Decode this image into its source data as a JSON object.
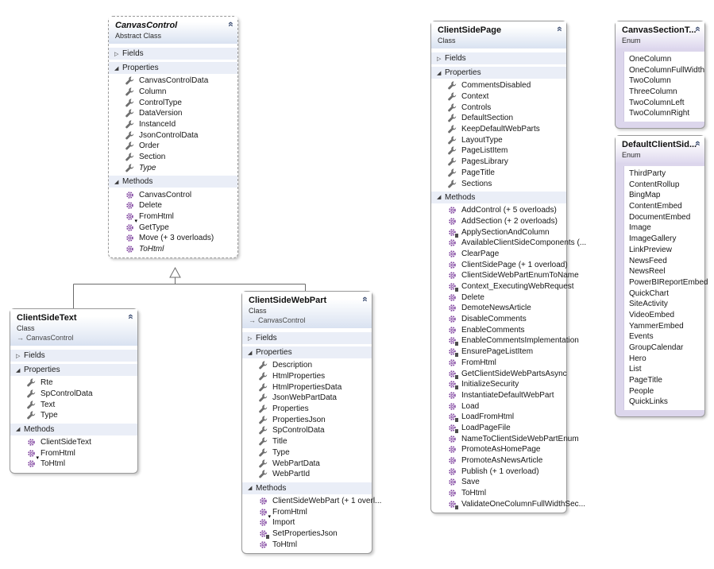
{
  "colors": {
    "class_header_tint": "#d9e2f1",
    "enum_header_tint": "#ded8ee",
    "section_row_bg": "#eaeef7",
    "box_border": "#9a9a9a",
    "connector": "#6b6b6b",
    "property_icon_color": "#6e6e6e",
    "method_icon_color": "#7d3f9d",
    "enum_body": "#dcd6ec"
  },
  "icons": {
    "collapse_glyph": "«",
    "expander_collapsed_glyph": "▷",
    "expander_expanded_glyph": "◢",
    "base_arrow_glyph": "→",
    "override_arrow_glyph": "▾"
  },
  "boxes": [
    {
      "id": 0,
      "type": "class",
      "title": "CanvasControl",
      "title_italic": true,
      "subtitle": "Abstract Class",
      "base": null,
      "abstract": true,
      "sections": [
        {
          "label": "Fields",
          "expanded": false,
          "members": []
        },
        {
          "label": "Properties",
          "expanded": true,
          "members": [
            {
              "name": "CanvasControlData",
              "icon": "property"
            },
            {
              "name": "Column",
              "icon": "property"
            },
            {
              "name": "ControlType",
              "icon": "property"
            },
            {
              "name": "DataVersion",
              "icon": "property"
            },
            {
              "name": "InstanceId",
              "icon": "property"
            },
            {
              "name": "JsonControlData",
              "icon": "property"
            },
            {
              "name": "Order",
              "icon": "property"
            },
            {
              "name": "Section",
              "icon": "property"
            },
            {
              "name": "Type",
              "icon": "property",
              "italic": true
            }
          ]
        },
        {
          "label": "Methods",
          "expanded": true,
          "members": [
            {
              "name": "CanvasControl",
              "icon": "method"
            },
            {
              "name": "Delete",
              "icon": "method"
            },
            {
              "name": "FromHtml",
              "icon": "method",
              "overlay": "arrow"
            },
            {
              "name": "GetType",
              "icon": "method"
            },
            {
              "name": "Move (+ 3 overloads)",
              "icon": "method"
            },
            {
              "name": "ToHtml",
              "icon": "method",
              "italic": true
            }
          ]
        }
      ]
    },
    {
      "id": 1,
      "type": "class",
      "title": "ClientSideText",
      "title_italic": false,
      "subtitle": "Class",
      "base": "CanvasControl",
      "abstract": false,
      "sections": [
        {
          "label": "Fields",
          "expanded": false,
          "members": []
        },
        {
          "label": "Properties",
          "expanded": true,
          "members": [
            {
              "name": "Rte",
              "icon": "property"
            },
            {
              "name": "SpControlData",
              "icon": "property"
            },
            {
              "name": "Text",
              "icon": "property"
            },
            {
              "name": "Type",
              "icon": "property"
            }
          ]
        },
        {
          "label": "Methods",
          "expanded": true,
          "members": [
            {
              "name": "ClientSideText",
              "icon": "method"
            },
            {
              "name": "FromHtml",
              "icon": "method",
              "overlay": "arrow"
            },
            {
              "name": "ToHtml",
              "icon": "method"
            }
          ]
        }
      ]
    },
    {
      "id": 2,
      "type": "class",
      "title": "ClientSideWebPart",
      "title_italic": false,
      "subtitle": "Class",
      "base": "CanvasControl",
      "abstract": false,
      "sections": [
        {
          "label": "Fields",
          "expanded": false,
          "members": []
        },
        {
          "label": "Properties",
          "expanded": true,
          "members": [
            {
              "name": "Description",
              "icon": "property"
            },
            {
              "name": "HtmlProperties",
              "icon": "property"
            },
            {
              "name": "HtmlPropertiesData",
              "icon": "property"
            },
            {
              "name": "JsonWebPartData",
              "icon": "property"
            },
            {
              "name": "Properties",
              "icon": "property"
            },
            {
              "name": "PropertiesJson",
              "icon": "property"
            },
            {
              "name": "SpControlData",
              "icon": "property"
            },
            {
              "name": "Title",
              "icon": "property"
            },
            {
              "name": "Type",
              "icon": "property"
            },
            {
              "name": "WebPartData",
              "icon": "property"
            },
            {
              "name": "WebPartId",
              "icon": "property"
            }
          ]
        },
        {
          "label": "Methods",
          "expanded": true,
          "members": [
            {
              "name": "ClientSideWebPart (+ 1 overl...",
              "icon": "method"
            },
            {
              "name": "FromHtml",
              "icon": "method",
              "overlay": "arrow"
            },
            {
              "name": "Import",
              "icon": "method"
            },
            {
              "name": "SetPropertiesJson",
              "icon": "method",
              "overlay": "lock"
            },
            {
              "name": "ToHtml",
              "icon": "method"
            }
          ]
        }
      ]
    },
    {
      "id": 3,
      "type": "class",
      "title": "ClientSidePage",
      "title_italic": false,
      "subtitle": "Class",
      "base": null,
      "abstract": false,
      "sections": [
        {
          "label": "Fields",
          "expanded": false,
          "members": []
        },
        {
          "label": "Properties",
          "expanded": true,
          "members": [
            {
              "name": "CommentsDisabled",
              "icon": "property"
            },
            {
              "name": "Context",
              "icon": "property"
            },
            {
              "name": "Controls",
              "icon": "property"
            },
            {
              "name": "DefaultSection",
              "icon": "property"
            },
            {
              "name": "KeepDefaultWebParts",
              "icon": "property"
            },
            {
              "name": "LayoutType",
              "icon": "property"
            },
            {
              "name": "PageListItem",
              "icon": "property"
            },
            {
              "name": "PagesLibrary",
              "icon": "property"
            },
            {
              "name": "PageTitle",
              "icon": "property"
            },
            {
              "name": "Sections",
              "icon": "property"
            }
          ]
        },
        {
          "label": "Methods",
          "expanded": true,
          "members": [
            {
              "name": "AddControl (+ 5 overloads)",
              "icon": "method"
            },
            {
              "name": "AddSection (+ 2 overloads)",
              "icon": "method"
            },
            {
              "name": "ApplySectionAndColumn",
              "icon": "method",
              "overlay": "lock"
            },
            {
              "name": "AvailableClientSideComponents (...",
              "icon": "method"
            },
            {
              "name": "ClearPage",
              "icon": "method"
            },
            {
              "name": "ClientSidePage (+ 1 overload)",
              "icon": "method"
            },
            {
              "name": "ClientSideWebPartEnumToName",
              "icon": "method"
            },
            {
              "name": "Context_ExecutingWebRequest",
              "icon": "method",
              "overlay": "lock"
            },
            {
              "name": "Delete",
              "icon": "method"
            },
            {
              "name": "DemoteNewsArticle",
              "icon": "method"
            },
            {
              "name": "DisableComments",
              "icon": "method"
            },
            {
              "name": "EnableComments",
              "icon": "method"
            },
            {
              "name": "EnableCommentsImplementation",
              "icon": "method",
              "overlay": "lock"
            },
            {
              "name": "EnsurePageListItem",
              "icon": "method",
              "overlay": "lock"
            },
            {
              "name": "FromHtml",
              "icon": "method"
            },
            {
              "name": "GetClientSideWebPartsAsync",
              "icon": "method",
              "overlay": "lock"
            },
            {
              "name": "InitializeSecurity",
              "icon": "method",
              "overlay": "lock"
            },
            {
              "name": "InstantiateDefaultWebPart",
              "icon": "method"
            },
            {
              "name": "Load",
              "icon": "method"
            },
            {
              "name": "LoadFromHtml",
              "icon": "method",
              "overlay": "lock"
            },
            {
              "name": "LoadPageFile",
              "icon": "method",
              "overlay": "lock"
            },
            {
              "name": "NameToClientSideWebPartEnum",
              "icon": "method"
            },
            {
              "name": "PromoteAsHomePage",
              "icon": "method"
            },
            {
              "name": "PromoteAsNewsArticle",
              "icon": "method"
            },
            {
              "name": "Publish (+ 1 overload)",
              "icon": "method"
            },
            {
              "name": "Save",
              "icon": "method"
            },
            {
              "name": "ToHtml",
              "icon": "method"
            },
            {
              "name": "ValidateOneColumnFullWidthSec...",
              "icon": "method",
              "overlay": "lock"
            }
          ]
        }
      ]
    },
    {
      "id": 4,
      "type": "enum",
      "title": "CanvasSectionT...",
      "title_italic": false,
      "subtitle": "Enum",
      "base": null,
      "abstract": false,
      "values": [
        "OneColumn",
        "OneColumnFullWidth",
        "TwoColumn",
        "ThreeColumn",
        "TwoColumnLeft",
        "TwoColumnRight"
      ]
    },
    {
      "id": 5,
      "type": "enum",
      "title": "DefaultClientSid...",
      "title_italic": false,
      "subtitle": "Enum",
      "base": null,
      "abstract": false,
      "values": [
        "ThirdParty",
        "ContentRollup",
        "BingMap",
        "ContentEmbed",
        "DocumentEmbed",
        "Image",
        "ImageGallery",
        "LinkPreview",
        "NewsFeed",
        "NewsReel",
        "PowerBIReportEmbed",
        "QuickChart",
        "SiteActivity",
        "VideoEmbed",
        "YammerEmbed",
        "Events",
        "GroupCalendar",
        "Hero",
        "List",
        "PageTitle",
        "People",
        "QuickLinks"
      ]
    }
  ]
}
